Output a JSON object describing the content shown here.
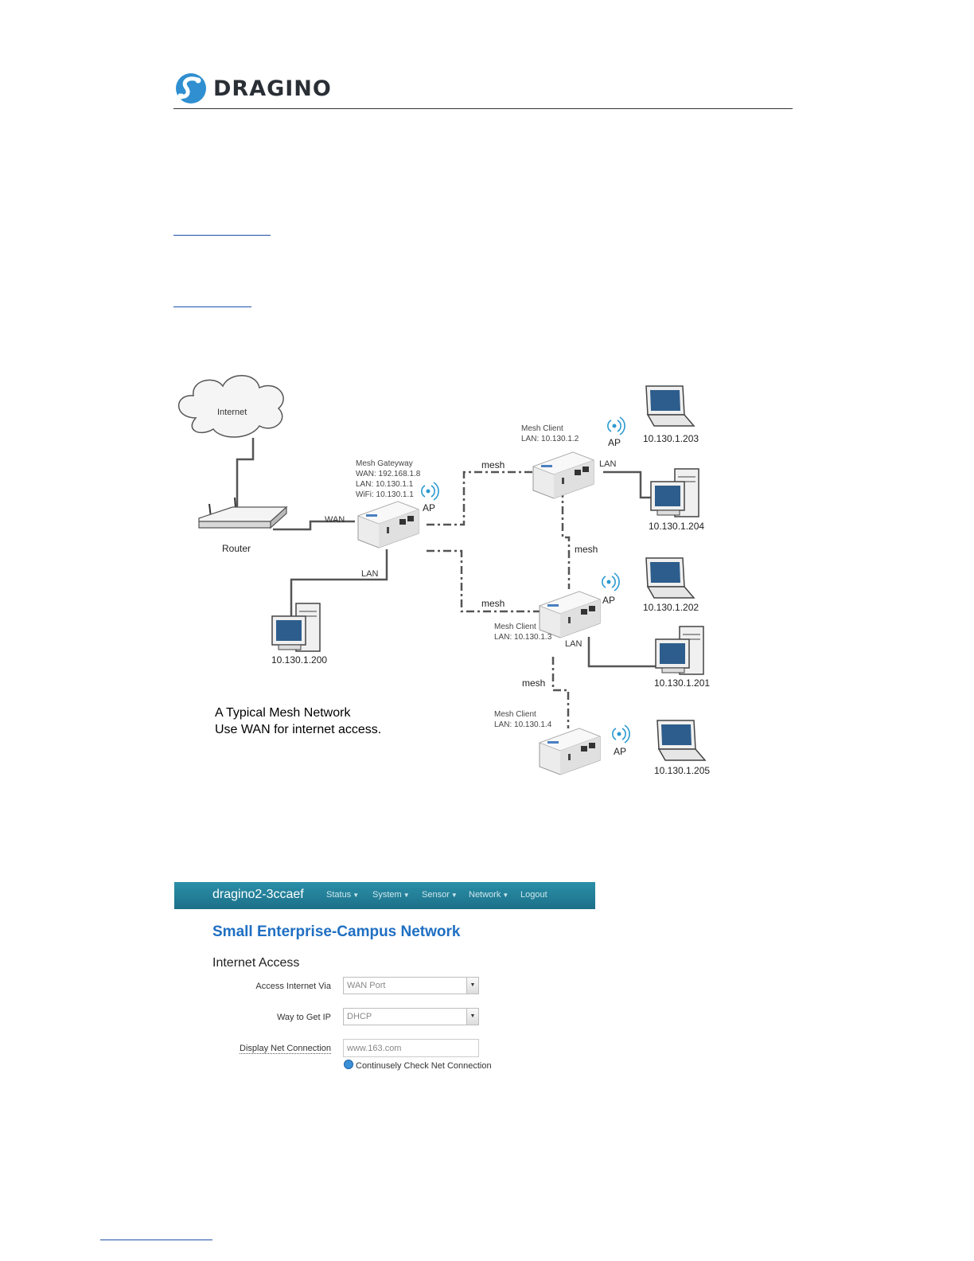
{
  "header": {
    "brand": "DRAGINO"
  },
  "diagram": {
    "internet": "Internet",
    "router": "Router",
    "wan": "WAN",
    "gateway": {
      "title": "Mesh Gateyway",
      "wan": "WAN: 192.168.1.8",
      "lan": "LAN: 10.130.1.1",
      "wifi": "WiFi: 10.130.1.1",
      "ap": "AP",
      "lan_label": "LAN"
    },
    "client1": {
      "title": "Mesh Client",
      "lan": "LAN: 10.130.1.2",
      "ap": "AP",
      "lan_label": "LAN"
    },
    "client2": {
      "title": "Mesh Client",
      "lan": "LAN: 10.130.1.3",
      "ap": "AP",
      "lan_label": "LAN"
    },
    "client3": {
      "title": "Mesh Client",
      "lan": "LAN: 10.130.1.4",
      "ap": "AP"
    },
    "mesh": "mesh",
    "hosts": {
      "h200": "10.130.1.200",
      "h201": "10.130.1.201",
      "h202": "10.130.1.202",
      "h203": "10.130.1.203",
      "h204": "10.130.1.204",
      "h205": "10.130.1.205"
    },
    "caption": [
      "A Typical Mesh Network",
      "Use WAN for internet access."
    ]
  },
  "ui": {
    "hostname": "dragino2-3ccaef",
    "menu": [
      "Status",
      "System",
      "Sensor",
      "Network",
      "Logout"
    ],
    "title": "Small Enterprise-Campus Network",
    "section": "Internet Access",
    "fields": [
      {
        "label": "Access Internet Via",
        "value": "WAN Port"
      },
      {
        "label": "Way to Get IP",
        "value": "DHCP"
      },
      {
        "label": "Display Net Connection",
        "value": "www.163.com"
      }
    ],
    "hint": "Continusely Check Net Connection"
  }
}
